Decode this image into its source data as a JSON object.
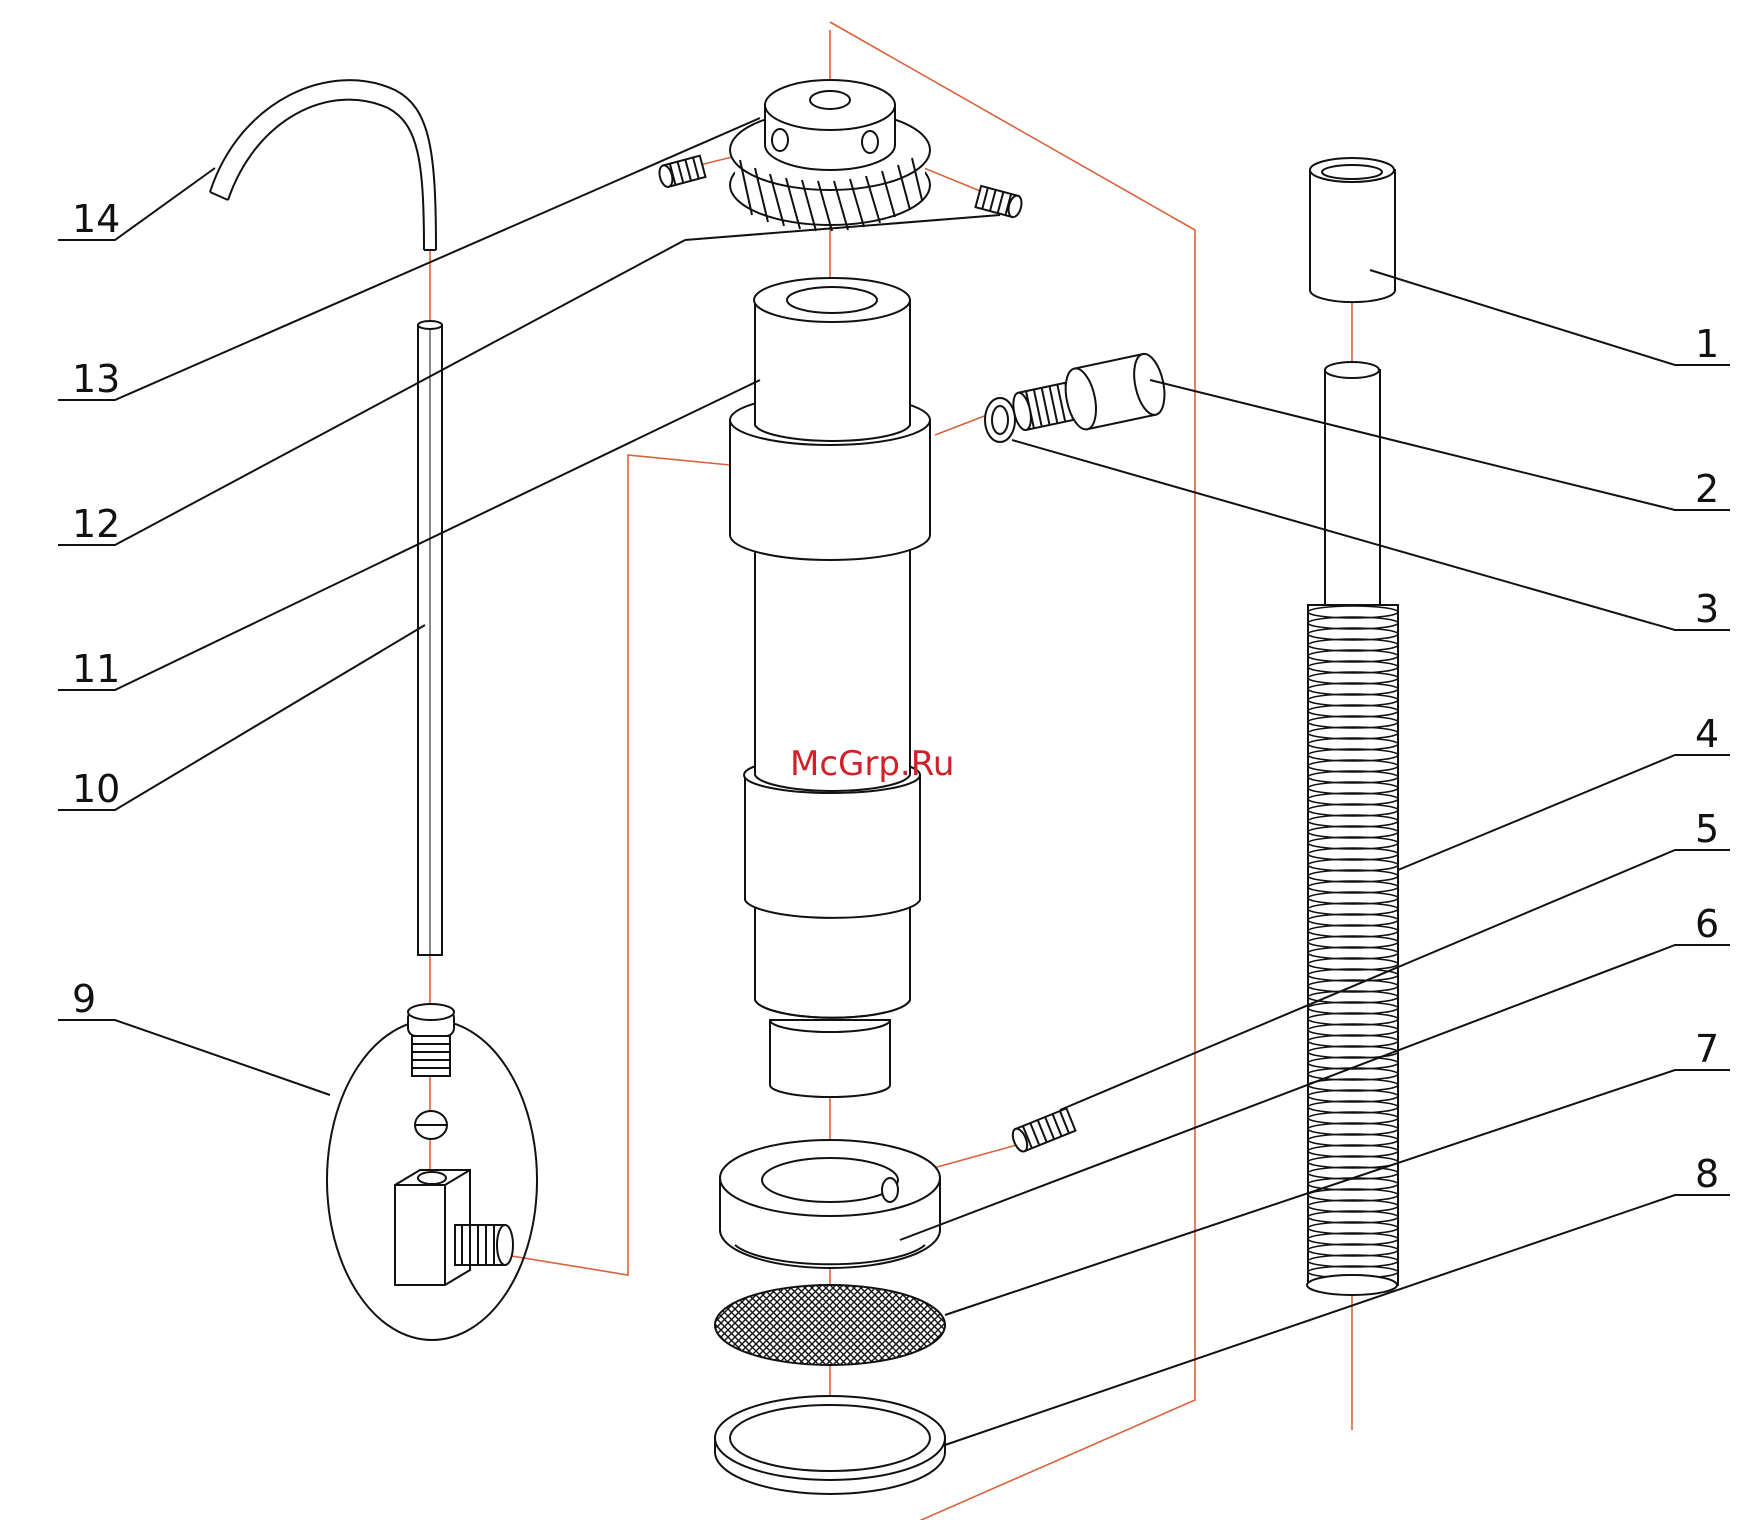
{
  "watermark": "McGrp.Ru",
  "labels": {
    "l1": "1",
    "l2": "2",
    "l3": "3",
    "l4": "4",
    "l5": "5",
    "l6": "6",
    "l7": "7",
    "l8": "8",
    "l9": "9",
    "l10": "10",
    "l11": "11",
    "l12": "12",
    "l13": "13",
    "l14": "14"
  },
  "colors": {
    "line": "#111111",
    "axis": "#d9623c",
    "watermark": "#d0202a"
  }
}
